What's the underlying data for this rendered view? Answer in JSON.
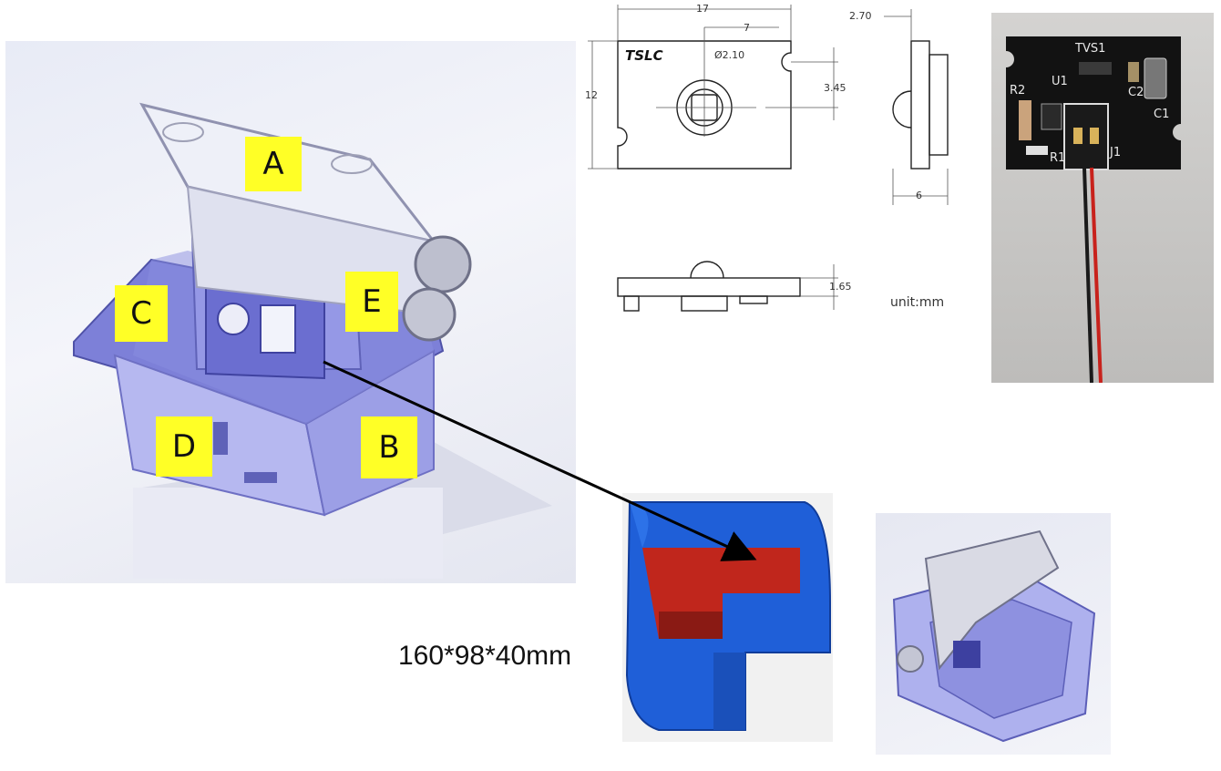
{
  "cad_labels": {
    "a": "A",
    "b": "B",
    "c": "C",
    "d": "D",
    "e": "E"
  },
  "drawing": {
    "logo": "TSLC",
    "dims": {
      "width": "17",
      "offset": "7",
      "hole": "Ø2.10",
      "height": "12",
      "pitch": "3.45",
      "side_top": "2.70",
      "side_w": "6",
      "thickness": "1.65"
    },
    "unit": "unit:mm"
  },
  "pcb": {
    "tvs": "TVS1",
    "u1": "U1",
    "r2": "R2",
    "c2": "C2",
    "c1": "C1",
    "r1": "R1",
    "j1": "J1"
  },
  "size_label": "160*98*40mm",
  "colors": {
    "cad_blue": "#8f92e8",
    "label_yellow": "#ffff26",
    "cavity_red": "#c0261c",
    "shell_blue": "#1f5fd8",
    "pcb_black": "#121212"
  }
}
